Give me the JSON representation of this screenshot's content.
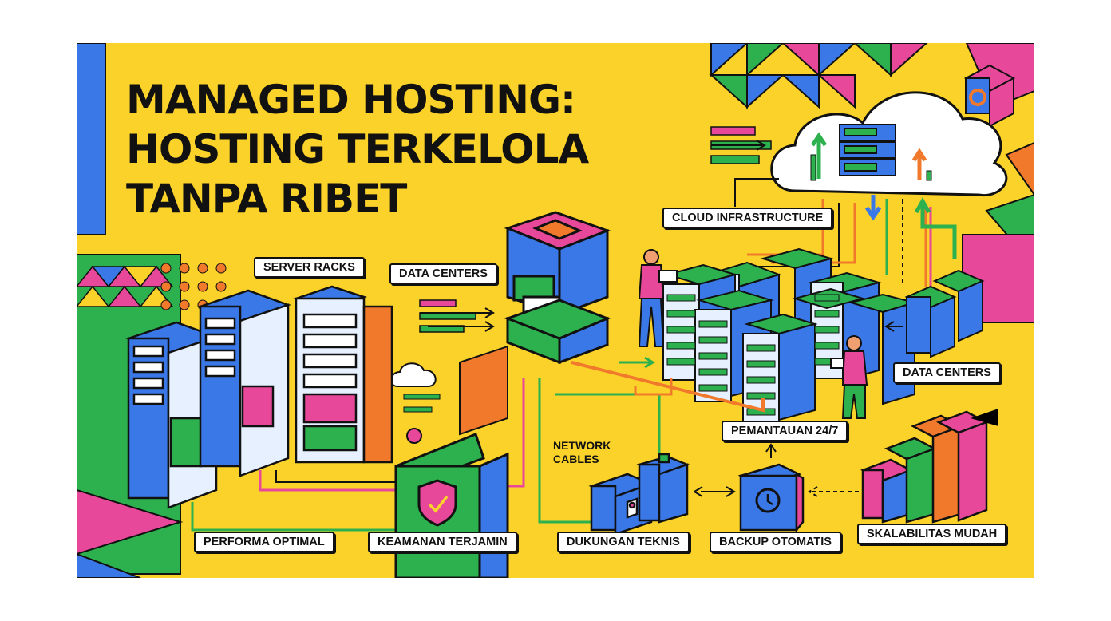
{
  "title": {
    "line1": "MANAGED HOSTING:",
    "line2": "HOSTING TERKELOLA",
    "line3": "TANPA RIBET"
  },
  "labels": {
    "server_racks": "SERVER RACKS",
    "data_centers_top": "DATA CENTERS",
    "cloud_infrastructure": "CLOUD INFRASTRUCTURE",
    "data_centers_right": "DATA CENTERS",
    "network_cables_1": "NETWORK",
    "network_cables_2": "CABLES",
    "pemantauan": "PEMANTAUAN 24/7",
    "performa": "PERFORMA OPTIMAL",
    "keamanan": "KEAMANAN TERJAMIN",
    "dukungan": "DUKUNGAN TEKNIS",
    "backup": "BACKUP OTOMATIS",
    "skalabilitas": "SKALABILITAS MUDAH"
  },
  "colors": {
    "background": "#fbd22a",
    "blue": "#3b78e7",
    "green": "#2db04e",
    "pink": "#e8489a",
    "orange": "#f0792b",
    "outline": "#111111"
  }
}
